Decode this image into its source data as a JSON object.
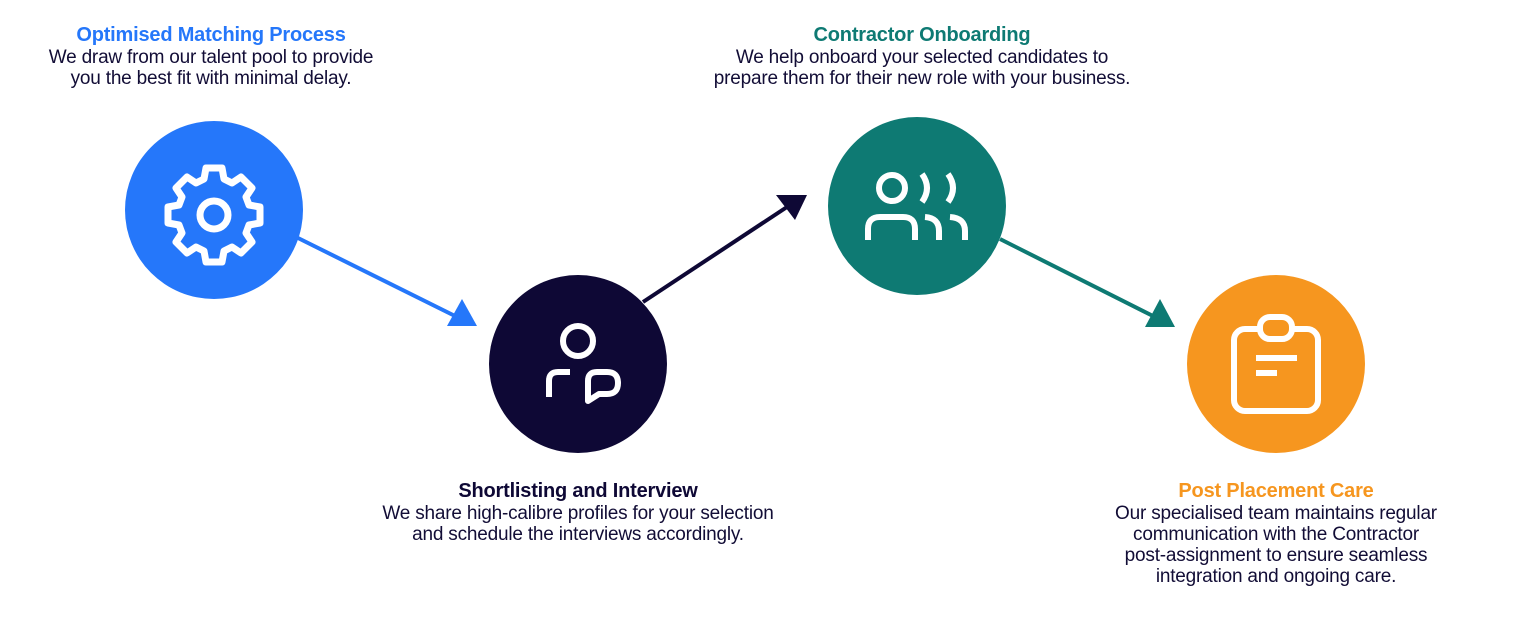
{
  "colors": {
    "blue": "#2577fa",
    "navy": "#0e0835",
    "teal": "#0e7a73",
    "orange": "#f6961f",
    "icon": "#ffffff",
    "body_text": "#120d36"
  },
  "steps": [
    {
      "id": "matching",
      "title": "Optimised Matching Process",
      "description": "We draw from our talent pool to provide\nyou the best fit with minimal delay.",
      "icon": "gear-icon",
      "color": "#2577fa"
    },
    {
      "id": "shortlisting",
      "title": "Shortlisting and Interview",
      "description": "We share high-calibre profiles for your selection\nand schedule the interviews accordingly.",
      "icon": "person-chat-icon",
      "color": "#0e0835"
    },
    {
      "id": "onboarding",
      "title": "Contractor Onboarding",
      "description": "We help onboard your selected candidates to\nprepare them for their new role with your business.",
      "icon": "group-icon",
      "color": "#0e7a73"
    },
    {
      "id": "post-placement",
      "title": "Post Placement Care",
      "description": "Our specialised team maintains regular\ncommunication with the Contractor\npost-assignment to ensure seamless\nintegration and ongoing care.",
      "icon": "clipboard-icon",
      "color": "#f6961f"
    }
  ],
  "connectors": [
    {
      "from": "matching",
      "to": "shortlisting",
      "color": "#2577fa"
    },
    {
      "from": "shortlisting",
      "to": "onboarding",
      "color": "#0e0835"
    },
    {
      "from": "onboarding",
      "to": "post-placement",
      "color": "#0e7a73"
    }
  ]
}
